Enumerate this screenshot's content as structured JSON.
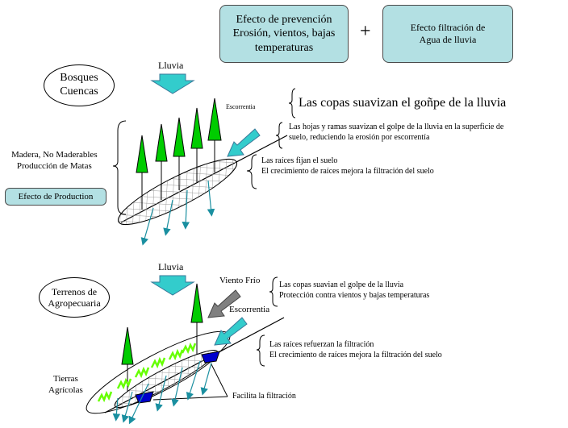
{
  "top": {
    "prevention_box": "Efecto de prevención\nErosión, vientos, bajas\ntemperaturas",
    "plus": "+",
    "filtration_box": "Efecto filtración de\nAgua de lluvia"
  },
  "forest": {
    "oval_label": "Bosques\nCuencas",
    "rain_label": "Lluvia",
    "runoff_label": "Escorrentia",
    "canopy_text": "Las copas suavizan el goñpe de  la lluvia",
    "leaves_text": "Las hojas y ramas suavizan el golpe de la lluvia en la superficie de\nsuelo, reduciendo la erosión por escorrentía",
    "roots_text": "Las raíces fijan el suelo\nEl crecimiento de raíces mejora la filtración del suelo",
    "timber_text": "Madera, No Maderables\nProducción de Matas",
    "production_box": "Efecto de Production"
  },
  "agro": {
    "oval_label": "Terrenos de\nAgropecuaria",
    "rain_label": "Lluvia",
    "wind_label": "Viento Frío",
    "runoff_label": "Escorrentia",
    "canopy_text": "Las copas suavian el golpe de la lluvia\nProtección contra vientos y bajas temperaturas",
    "roots_text": "Las raíces refuerzan la filtración\nEl crecimiento de raíces mejora la filtración del suelo",
    "farmland_label": "Tierras\nAgrícolas",
    "filtration_label": "Facilita la filtración"
  },
  "colors": {
    "box_fill": "#b3e0e3",
    "tree_green": "#00cc00",
    "water_blue": "#33cccc",
    "pit_blue": "#0000cc",
    "wind_gray": "#808080",
    "crop_green": "#66ff00"
  }
}
